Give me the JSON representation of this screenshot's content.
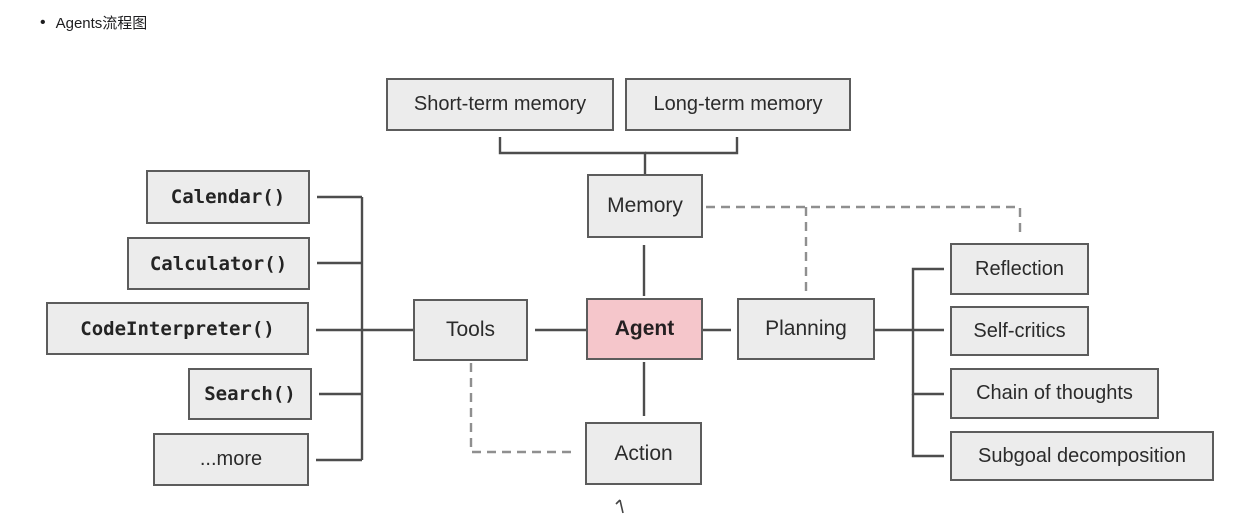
{
  "page": {
    "bullet": "•",
    "title": "Agents流程图"
  },
  "diagram": {
    "nodes": {
      "short_term_memory": {
        "label": "Short-term memory"
      },
      "long_term_memory": {
        "label": "Long-term memory"
      },
      "memory": {
        "label": "Memory"
      },
      "tools": {
        "label": "Tools"
      },
      "agent": {
        "label": "Agent"
      },
      "planning": {
        "label": "Planning"
      },
      "action": {
        "label": "Action"
      },
      "calendar": {
        "label": "Calendar()"
      },
      "calculator": {
        "label": "Calculator()"
      },
      "code_interpreter": {
        "label": "CodeInterpreter()"
      },
      "search": {
        "label": "Search()"
      },
      "more": {
        "label": "...more"
      },
      "reflection": {
        "label": "Reflection"
      },
      "self_critics": {
        "label": "Self-critics"
      },
      "chain_of_thoughts": {
        "label": "Chain of thoughts"
      },
      "subgoal_decomposition": {
        "label": "Subgoal decomposition"
      }
    },
    "colors": {
      "background": "#ffffff",
      "node_fill": "#ececec",
      "node_border": "#5c5c5c",
      "agent_fill": "#f5c6cb",
      "text": "#2b2b2b",
      "solid_arrow": "#4d4d4d",
      "dashed_arrow": "#8f8f8f"
    }
  }
}
